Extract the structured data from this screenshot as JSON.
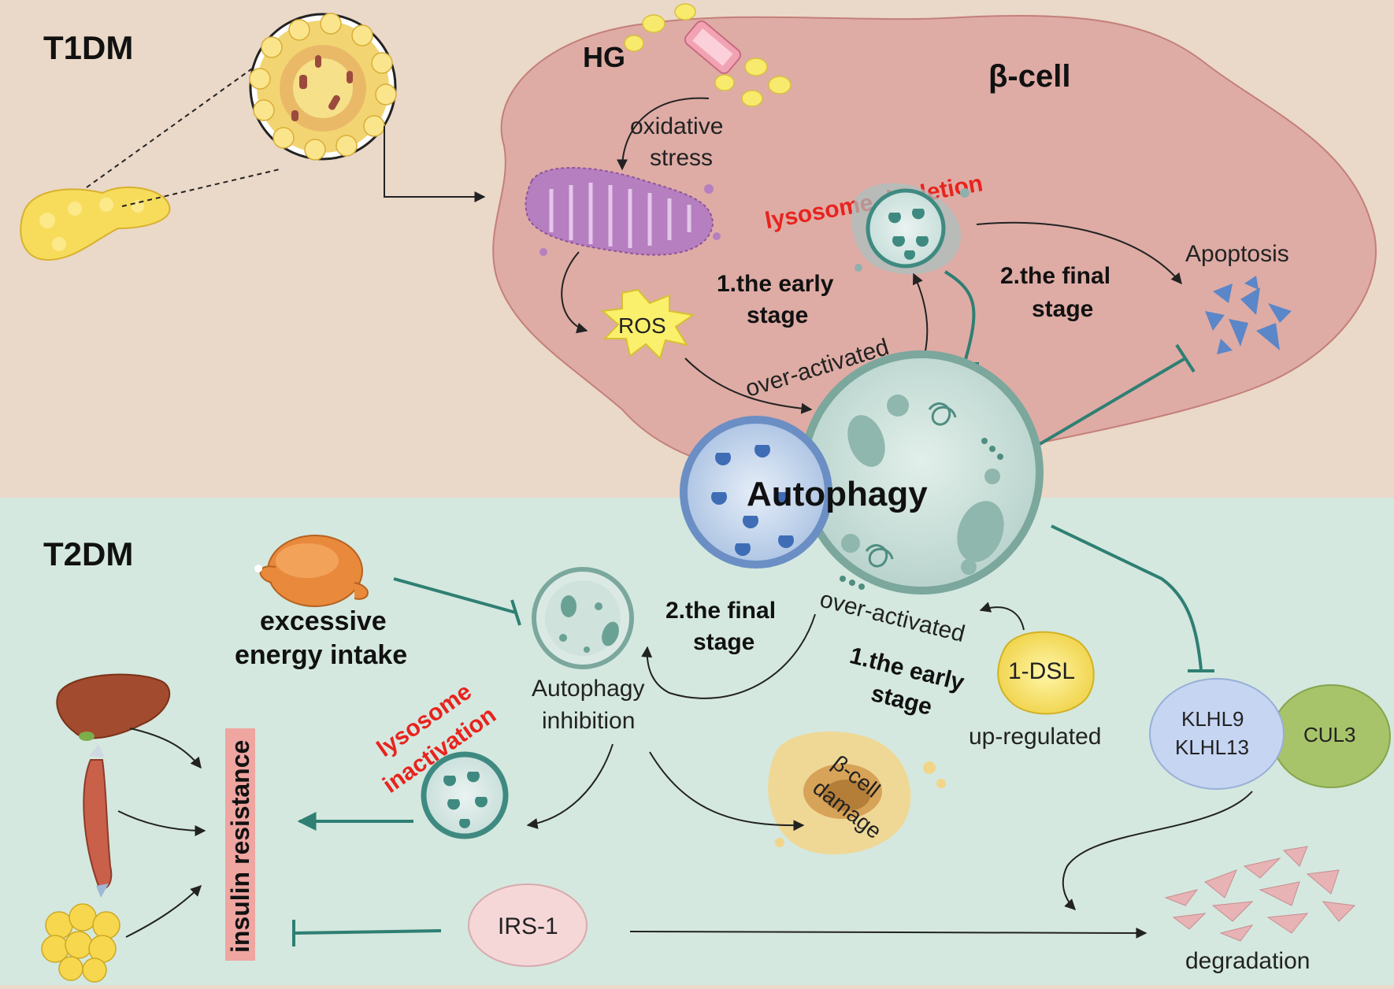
{
  "sections": {
    "t1dm": "T1DM",
    "t2dm": "T2DM"
  },
  "beta_cell": {
    "title": "β-cell",
    "hg": "HG",
    "oxidative_stress": [
      "oxidative",
      "stress"
    ],
    "ros": "ROS",
    "lysosome_depletion": "lysosome depletion",
    "early_stage": [
      "1.the early",
      "stage"
    ],
    "over_activated": "over-activated",
    "final_stage": [
      "2.the final",
      "stage"
    ],
    "apoptosis": "Apoptosis"
  },
  "center": {
    "autophagy": "Autophagy"
  },
  "t2": {
    "excessive_energy": [
      "excessive",
      "energy intake"
    ],
    "final_stage": [
      "2.the final",
      "stage"
    ],
    "over_activated": "over-activated",
    "early_stage": [
      "1.the early",
      "stage"
    ],
    "autophagy_inhibition": [
      "Autophagy",
      "inhibition"
    ],
    "lysosome_inactivation": [
      "lysosome",
      "inactivation"
    ],
    "insulin_resistance": "insulin resistance",
    "dsl": "1-DSL",
    "up_regulated": "up-regulated",
    "beta_damage": [
      "β-cell",
      "damage"
    ],
    "klhl9": "KLHL9",
    "klhl13": "KLHL13",
    "cul3": "CUL3",
    "irs1": "IRS-1",
    "degradation": "degradation"
  },
  "colors": {
    "top_bg": "#ead8c8",
    "bottom_bg": "#d4e8df",
    "cell": "#deaca5",
    "teal": "#2f7f73",
    "red": "#e8231e",
    "purple": "#b67fc0",
    "blue_frag": "#5b86c8"
  }
}
